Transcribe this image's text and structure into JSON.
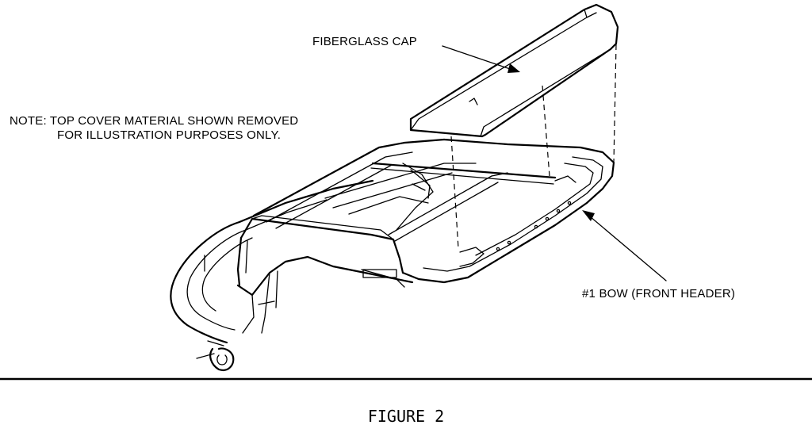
{
  "labels": {
    "fiberglass_cap": "FIBERGLASS CAP",
    "note_line1": "NOTE: TOP COVER MATERIAL SHOWN REMOVED",
    "note_line2": "FOR ILLUSTRATION PURPOSES ONLY.",
    "front_header": "#1 BOW (FRONT HEADER)"
  },
  "caption": "FIGURE 2",
  "colors": {
    "ink": "#000000",
    "paper": "#ffffff"
  }
}
